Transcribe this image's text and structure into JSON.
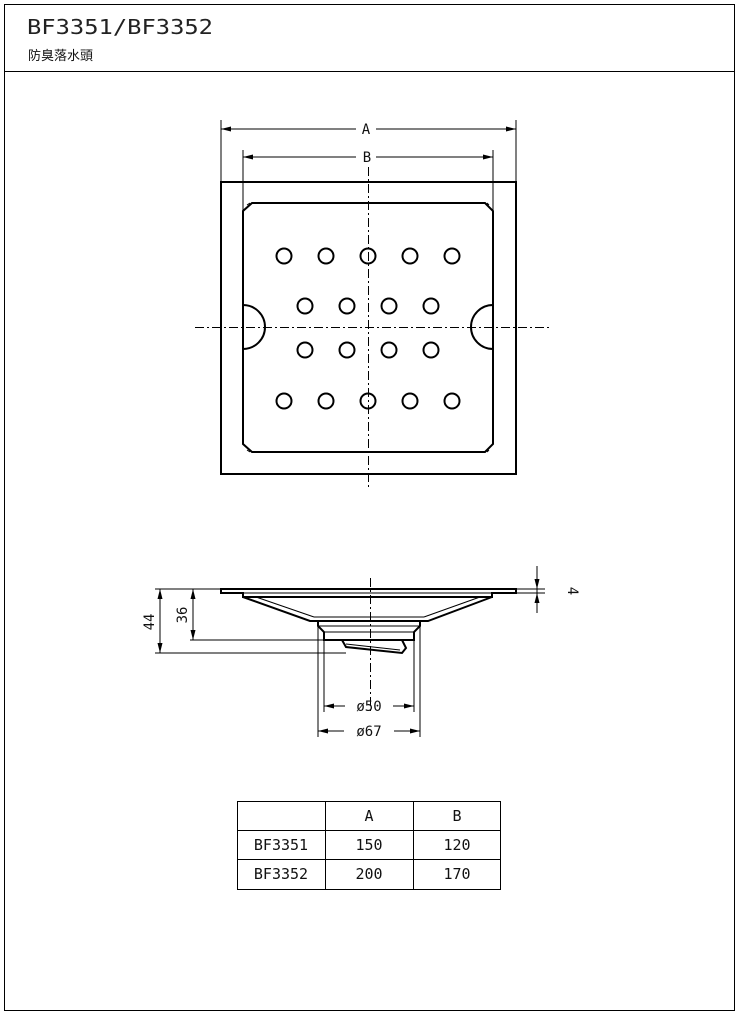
{
  "header": {
    "model": "BF3351/BF3352",
    "name": "防臭落水頭"
  },
  "dimensions": {
    "A": "A",
    "B": "B",
    "height_total": "44",
    "height_body": "36",
    "flange": "4",
    "outlet_inner": "ø50",
    "outlet_outer": "ø67"
  },
  "table": {
    "columns": [
      "",
      "A",
      "B"
    ],
    "rows": [
      {
        "model": "BF3351",
        "A": "150",
        "B": "120"
      },
      {
        "model": "BF3352",
        "A": "200",
        "B": "170"
      }
    ]
  }
}
